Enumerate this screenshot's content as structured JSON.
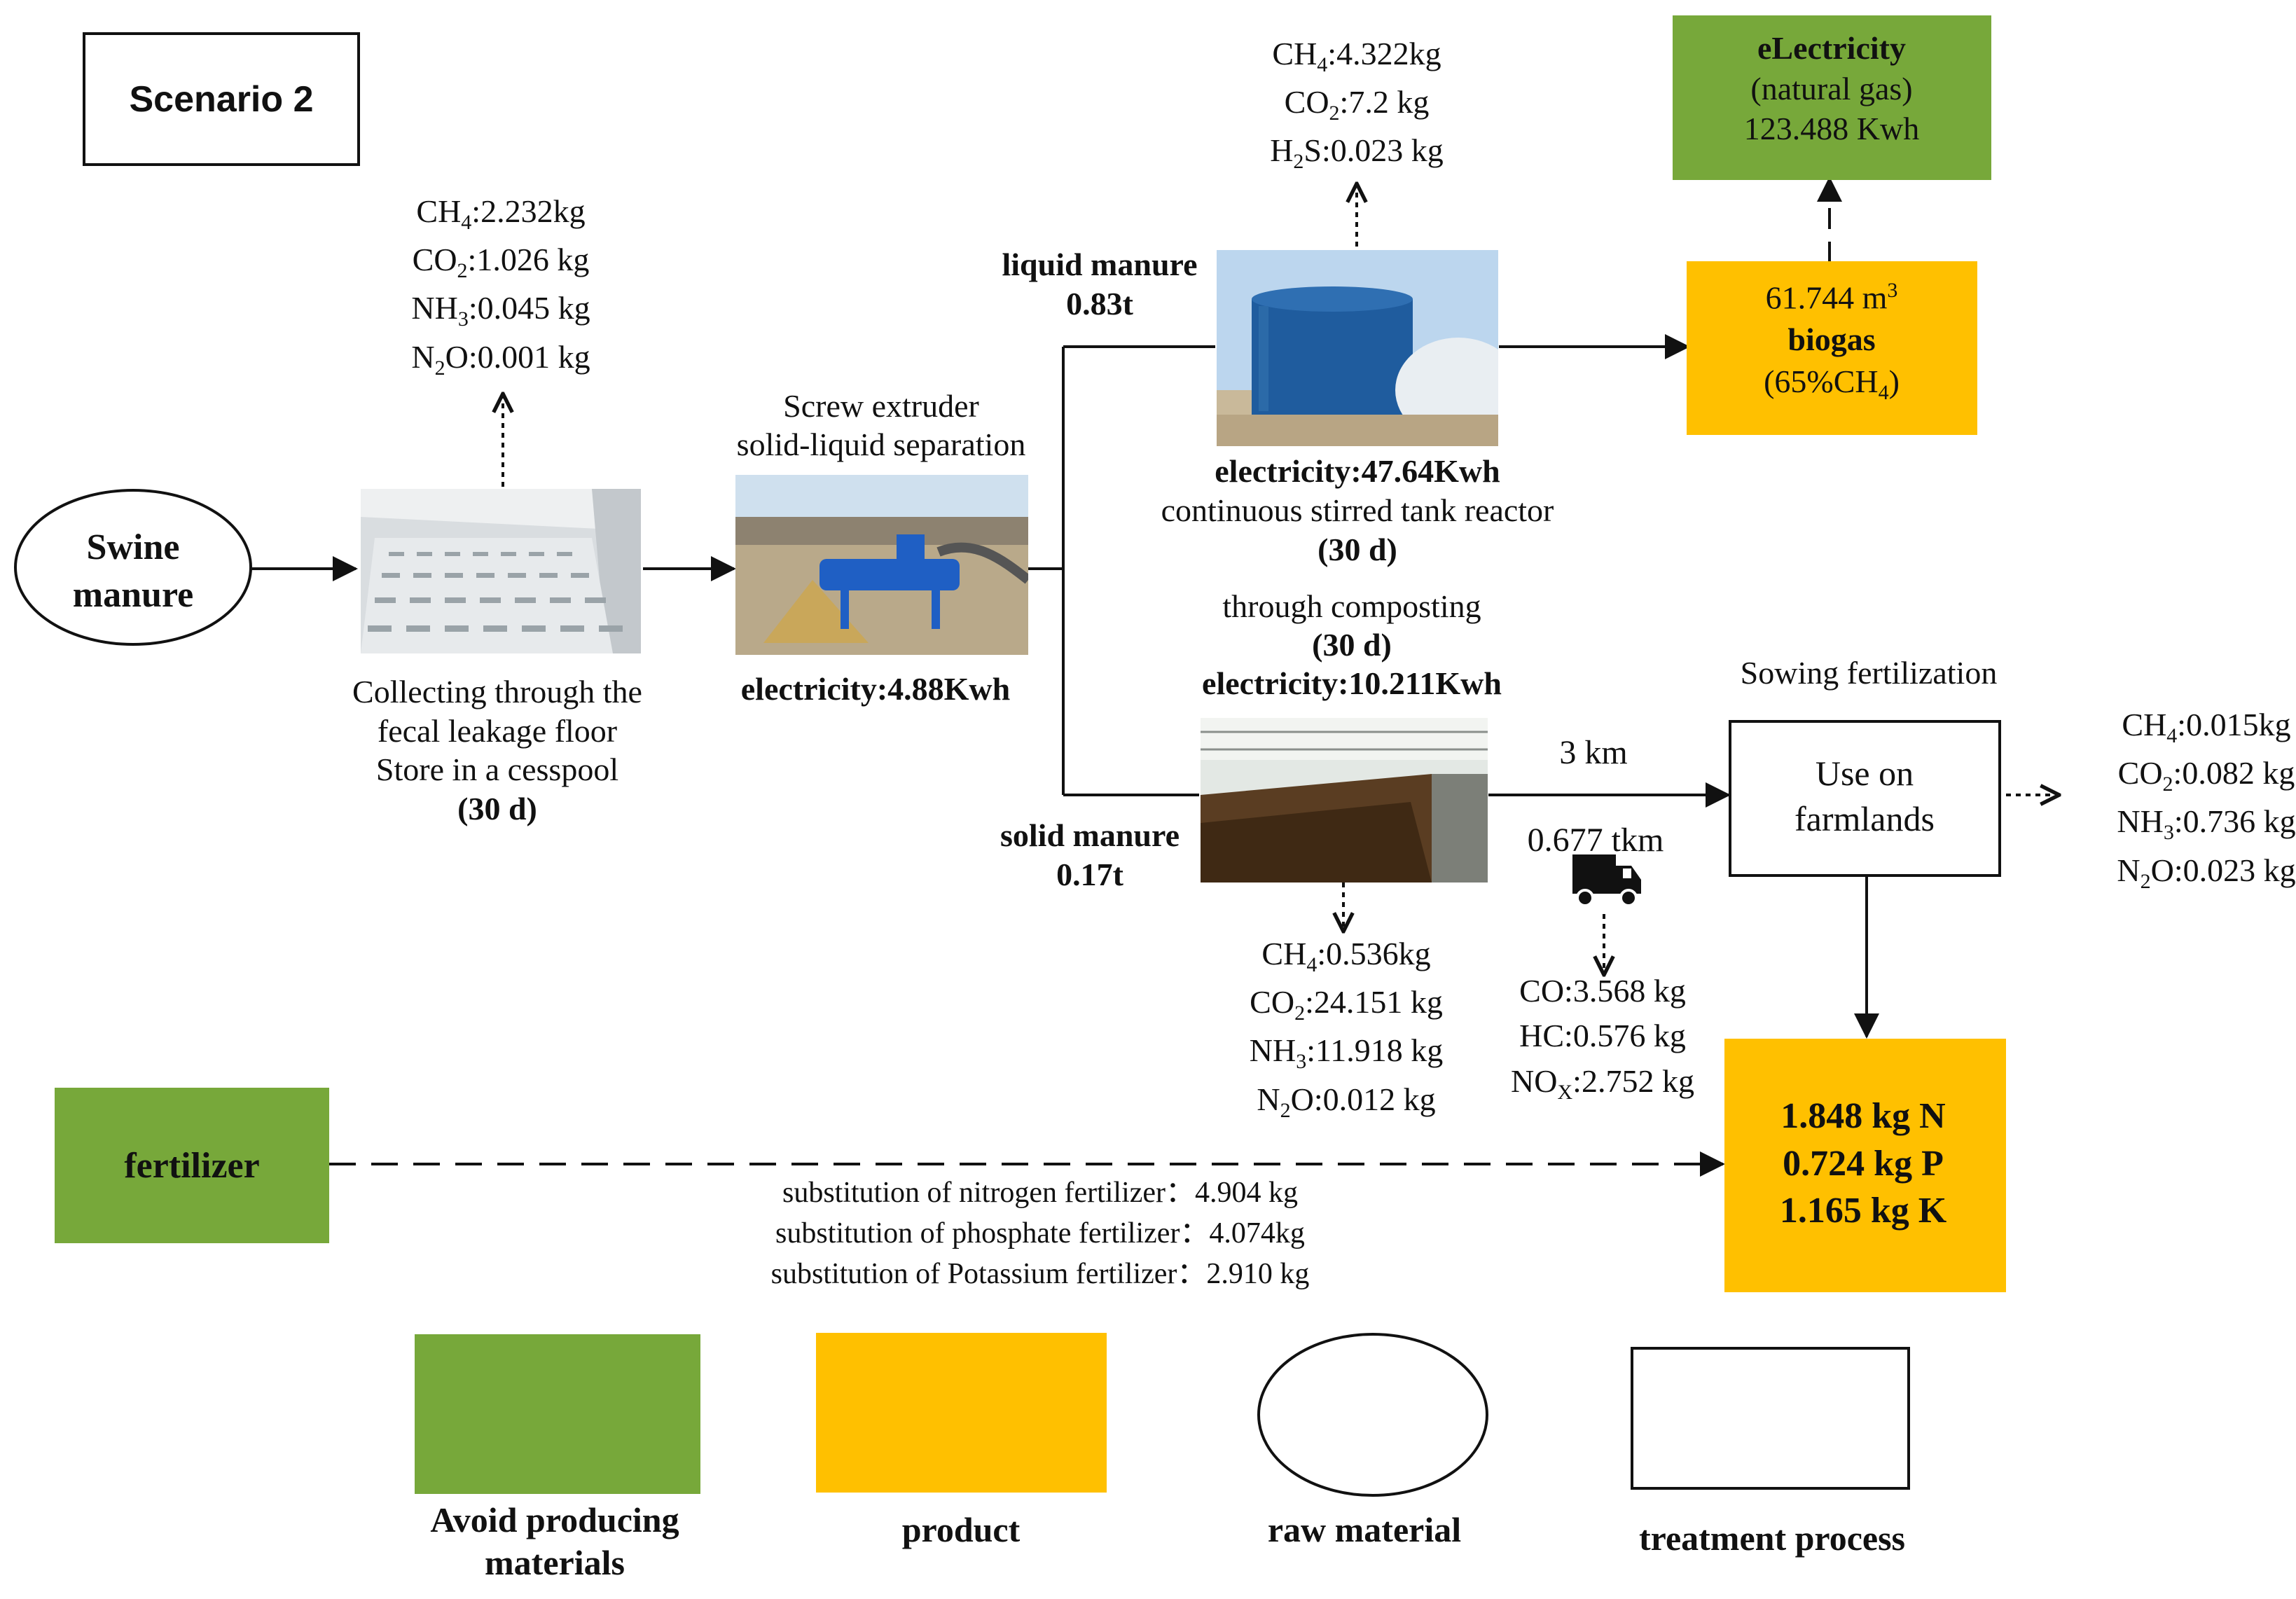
{
  "scenario_label": "Scenario 2",
  "colors": {
    "green": "#77a83a",
    "gold": "#ffc000",
    "line": "#111111"
  },
  "nodes": {
    "swine_manure": [
      "Swine",
      "manure"
    ],
    "collecting": [
      "Collecting through the",
      "fecal leakage floor",
      "Store in a cesspool"
    ],
    "collecting_days": "(30 d)",
    "extruder": [
      "Screw extruder",
      "solid-liquid separation"
    ],
    "extruder_electricity": "electricity:4.88Kwh",
    "liquid_manure": [
      "liquid manure",
      "0.83t"
    ],
    "solid_manure": [
      "solid manure",
      "0.17t"
    ],
    "reactor_electricity": "electricity:47.64Kwh",
    "reactor_name": "continuous stirred tank reactor",
    "reactor_days": "(30 d)",
    "compost_name": "through composting",
    "compost_days": "(30 d)",
    "compost_electricity": "electricity:10.211Kwh",
    "biogas_volume": "61.744 m",
    "biogas_volume_sup": "3",
    "biogas_label": "biogas",
    "biogas_ch4": [
      "(65%CH",
      "4",
      ")"
    ],
    "electricity_title": "eLectricity",
    "electricity_source": "(natural gas)",
    "electricity_amount": "123.488 Kwh",
    "sowing_label": "Sowing fertilization",
    "farmland": [
      "Use on",
      "farmlands"
    ],
    "transport_distance": "3 km",
    "transport_tkm": "0.677 tkm",
    "nutrients": [
      "1.848 kg N",
      "0.724 kg P",
      "1.165 kg K"
    ],
    "fertilizer": "fertilizer",
    "substitutions": [
      "substitution of nitrogen fertilizer：4.904 kg",
      "substitution of phosphate fertilizer：4.074kg",
      "substitution of  Potassium fertilizer：2.910 kg"
    ]
  },
  "emissions": {
    "collecting": [
      {
        "pre": "CH",
        "sub": "4",
        "post": ":2.232kg"
      },
      {
        "pre": "CO",
        "sub": "2",
        "post": ":1.026 kg"
      },
      {
        "pre": "NH",
        "sub": "3",
        "post": ":0.045 kg"
      },
      {
        "pre": "N",
        "sub": "2",
        "post": "O:0.001 kg"
      }
    ],
    "reactor": [
      {
        "pre": "CH",
        "sub": "4",
        "post": ":4.322kg"
      },
      {
        "pre": "CO",
        "sub": "2",
        "post": ":7.2 kg"
      },
      {
        "pre": "H",
        "sub": "2",
        "post": "S:0.023 kg"
      }
    ],
    "compost": [
      {
        "pre": "CH",
        "sub": "4",
        "post": ":0.536kg"
      },
      {
        "pre": "CO",
        "sub": "2",
        "post": ":24.151 kg"
      },
      {
        "pre": "NH",
        "sub": "3",
        "post": ":11.918 kg"
      },
      {
        "pre": "N",
        "sub": "2",
        "post": "O:0.012 kg"
      }
    ],
    "transport": [
      {
        "pre": "CO:3.568 kg",
        "sub": "",
        "post": ""
      },
      {
        "pre": "HC:0.576 kg",
        "sub": "",
        "post": ""
      },
      {
        "pre": "NO",
        "sub": "X",
        "post": ":2.752 kg"
      }
    ],
    "farmland": [
      {
        "pre": "CH",
        "sub": "4",
        "post": ":0.015kg"
      },
      {
        "pre": "CO",
        "sub": "2",
        "post": ":0.082 kg"
      },
      {
        "pre": "NH",
        "sub": "3",
        "post": ":0.736 kg"
      },
      {
        "pre": "N",
        "sub": "2",
        "post": "O:0.023 kg"
      }
    ]
  },
  "legend": [
    {
      "label": "Avoid producing materials",
      "lines": [
        "Avoid producing",
        "materials"
      ],
      "shape": "green-rect"
    },
    {
      "label": "product",
      "lines": [
        "product"
      ],
      "shape": "gold-rect"
    },
    {
      "label": "raw material",
      "lines": [
        "raw material"
      ],
      "shape": "ellipse"
    },
    {
      "label": "treatment process",
      "lines": [
        "treatment process"
      ],
      "shape": "rect"
    }
  ]
}
